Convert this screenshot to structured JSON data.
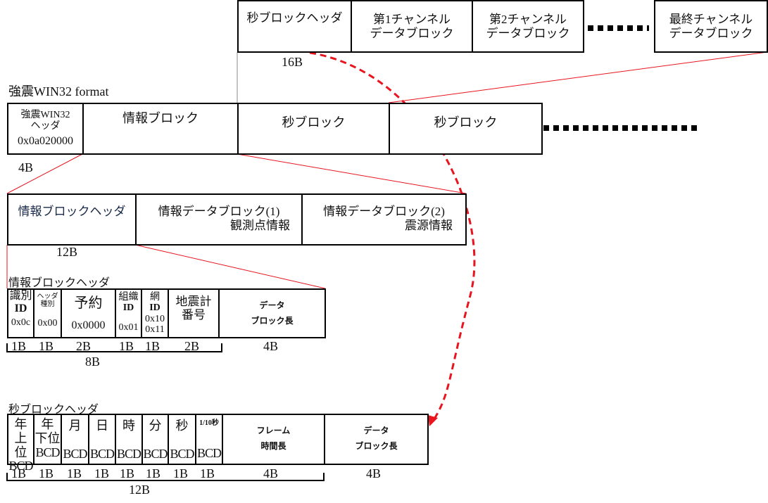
{
  "top_row": {
    "sec_header": "秒ブロックヘッダ",
    "ch1": [
      "第1チャンネル",
      "データブロック"
    ],
    "ch2": [
      "第2チャンネル",
      "データブロック"
    ],
    "last_ch": [
      "最終チャンネル",
      "データブロック"
    ],
    "size": "16B"
  },
  "format_title": "強震WIN32 format",
  "main_row": {
    "header": [
      "強震WIN32",
      "ヘッダ",
      "0x0a020000"
    ],
    "info_block": "情報ブロック",
    "sec_block_1": "秒ブロック",
    "sec_block_2": "秒ブロック",
    "header_size": "4B"
  },
  "info_row": {
    "info_header": "情報ブロックヘッダ",
    "data1": [
      "情報データブロック(1)",
      "観測点情報"
    ],
    "data2": [
      "情報データブロック(2)",
      "震源情報"
    ],
    "size": "12B"
  },
  "info_header_detail": {
    "title": "情報ブロックヘッダ",
    "cells": [
      [
        "識別",
        "ID",
        "0x0c"
      ],
      [
        "ヘッダ",
        "種別",
        "0x00"
      ],
      [
        "予約",
        "0x0000"
      ],
      [
        "組織",
        "ID",
        "0x01"
      ],
      [
        "網",
        "ID",
        "0x10",
        "0x11"
      ],
      [
        "地震計",
        "番号"
      ],
      [
        "データ",
        "ブロック長"
      ]
    ],
    "sizes": [
      "1B",
      "1B",
      "2B",
      "1B",
      "1B",
      "2B",
      "4B"
    ],
    "total": "8B"
  },
  "sec_header_detail": {
    "title": "秒ブロックヘッダ",
    "cells": [
      [
        "年",
        "上位",
        "BCD"
      ],
      [
        "年",
        "下位",
        "BCD"
      ],
      [
        "月",
        "BCD"
      ],
      [
        "日",
        "BCD"
      ],
      [
        "時",
        "BCD"
      ],
      [
        "分",
        "BCD"
      ],
      [
        "秒",
        "BCD"
      ],
      [
        "1/10秒",
        "BCD"
      ],
      [
        "フレーム",
        "時間長"
      ],
      [
        "データ",
        "ブロック長"
      ]
    ],
    "sizes": [
      "1B",
      "1B",
      "1B",
      "1B",
      "1B",
      "1B",
      "1B",
      "1B",
      "4B",
      "4B"
    ],
    "total": "12B"
  },
  "colors": {
    "accent": "#e8141e"
  }
}
